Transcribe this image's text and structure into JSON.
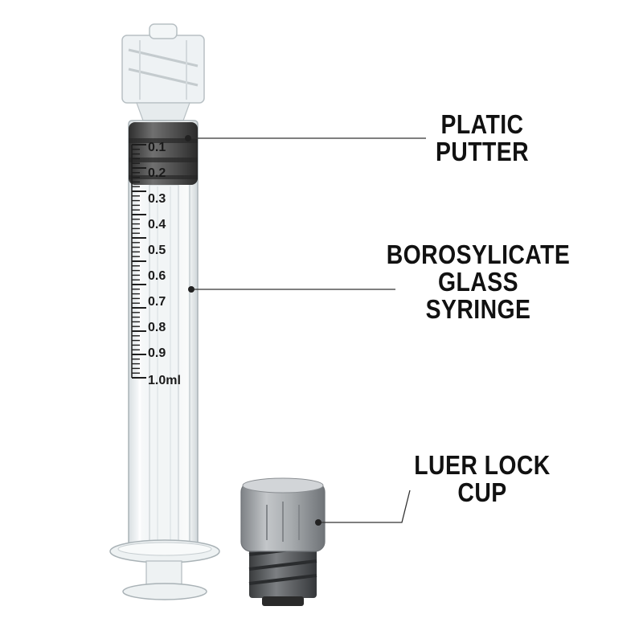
{
  "labels": {
    "plunger": {
      "line1": "PLATIC",
      "line2": "PUTTER"
    },
    "barrel": {
      "line1": "BOROSYLICATE",
      "line2": "GLASS",
      "line3": "SYRINGE"
    },
    "cap": {
      "line1": "LUER LOCK",
      "line2": "CUP"
    }
  },
  "graduations": [
    "0.1",
    "0.2",
    "0.3",
    "0.4",
    "0.5",
    "0.6",
    "0.7",
    "0.8",
    "0.9",
    "1.0ml"
  ],
  "colors": {
    "background": "#ffffff",
    "text": "#111111",
    "glass": "#e9eef0",
    "stopper": "#4a4a4a",
    "cap": "#9ea2a6"
  }
}
